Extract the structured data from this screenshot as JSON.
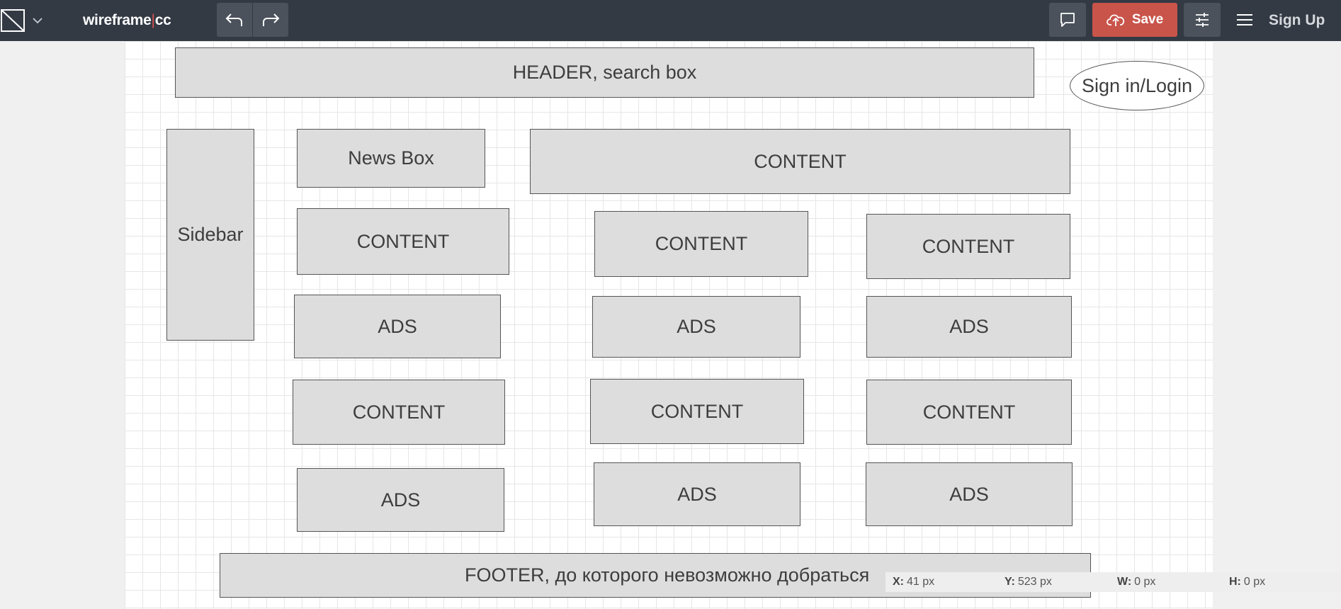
{
  "toolbar": {
    "logo_left": "wireframe",
    "logo_sep": "|",
    "logo_right": "cc",
    "save_label": "Save",
    "signup_label": "Sign Up",
    "accent_color": "#c9544a",
    "icons": [
      "new-shape-icon",
      "chevron-down-icon",
      "undo-icon",
      "redo-icon",
      "comment-icon",
      "cloud-upload-icon",
      "settings-sliders-icon",
      "menu-icon"
    ]
  },
  "wireframe": {
    "header": "HEADER, search box",
    "signin": "Sign in/Login",
    "sidebar": "Sidebar",
    "newsbox": "News Box",
    "content_top": "CONTENT",
    "col1": {
      "content1": "CONTENT",
      "ads1": "ADS",
      "content2": "CONTENT",
      "ads2": "ADS"
    },
    "col2": {
      "content1": "CONTENT",
      "ads1": "ADS",
      "content2": "CONTENT",
      "ads2": "ADS"
    },
    "col3": {
      "content1": "CONTENT",
      "ads1": "ADS",
      "content2": "CONTENT",
      "ads2": "ADS"
    },
    "footer": "FOOTER, до которого невозможно добраться"
  },
  "status": {
    "x_label": "X:",
    "x_value": "41 px",
    "y_label": "Y:",
    "y_value": "523 px",
    "w_label": "W:",
    "w_value": "0 px",
    "h_label": "H:",
    "h_value": "0 px"
  }
}
